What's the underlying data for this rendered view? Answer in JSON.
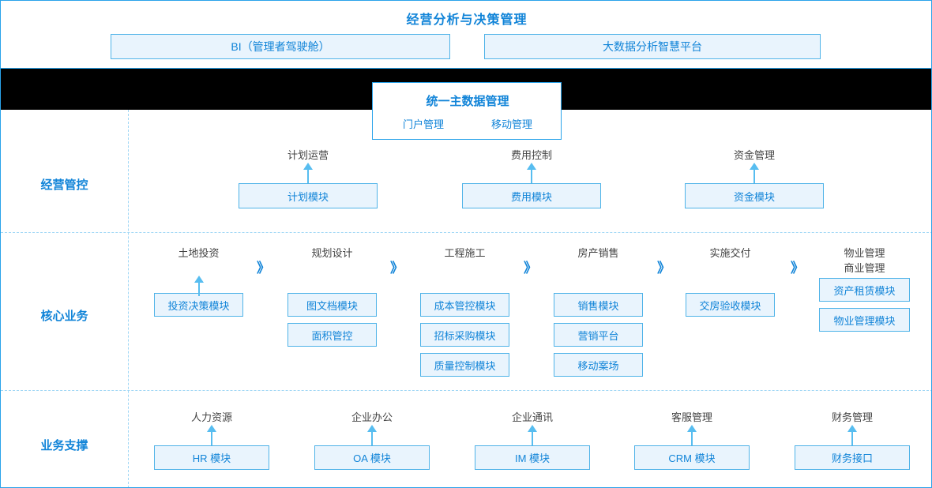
{
  "top": {
    "title": "经营分析与决策管理",
    "boxes": [
      {
        "label": "BI（管理者驾驶舱）"
      },
      {
        "label": "大数据分析智慧平台"
      }
    ]
  },
  "master_data": {
    "title": "统一主数据管理",
    "links": [
      {
        "label": "门户管理"
      },
      {
        "label": "移动管理"
      }
    ]
  },
  "rows": [
    {
      "label": "经营管控",
      "columns": [
        {
          "caption": "计划运营",
          "modules": [
            {
              "label": "计划模块"
            }
          ]
        },
        {
          "caption": "费用控制",
          "modules": [
            {
              "label": "费用模块"
            }
          ]
        },
        {
          "caption": "资金管理",
          "modules": [
            {
              "label": "资金模块"
            }
          ]
        }
      ]
    },
    {
      "label": "核心业务",
      "separator": "》",
      "columns": [
        {
          "caption": "土地投资",
          "caption2": "",
          "modules": [
            {
              "label": "投资决策模块"
            }
          ]
        },
        {
          "caption": "规划设计",
          "caption2": "",
          "modules": [
            {
              "label": "图文档模块"
            },
            {
              "label": "面积管控"
            }
          ]
        },
        {
          "caption": "工程施工",
          "caption2": "",
          "modules": [
            {
              "label": "成本管控模块"
            },
            {
              "label": "招标采购模块"
            },
            {
              "label": "质量控制模块"
            }
          ]
        },
        {
          "caption": "房产销售",
          "caption2": "",
          "modules": [
            {
              "label": "销售模块"
            },
            {
              "label": "营销平台"
            },
            {
              "label": "移动案场"
            }
          ]
        },
        {
          "caption": "实施交付",
          "caption2": "",
          "modules": [
            {
              "label": "交房验收模块"
            }
          ]
        },
        {
          "caption": "物业管理",
          "caption2": "商业管理",
          "modules": [
            {
              "label": "资产租赁模块"
            },
            {
              "label": "物业管理模块"
            }
          ]
        }
      ]
    },
    {
      "label": "业务支撑",
      "columns": [
        {
          "caption": "人力资源",
          "modules": [
            {
              "label": "HR 模块"
            }
          ]
        },
        {
          "caption": "企业办公",
          "modules": [
            {
              "label": "OA 模块"
            }
          ]
        },
        {
          "caption": "企业通讯",
          "modules": [
            {
              "label": "IM 模块"
            }
          ]
        },
        {
          "caption": "客服管理",
          "modules": [
            {
              "label": "CRM 模块"
            }
          ]
        },
        {
          "caption": "财务管理",
          "modules": [
            {
              "label": "财务接口"
            }
          ]
        }
      ]
    }
  ],
  "colors": {
    "accent": "#1184d8",
    "border": "#4fb3e8",
    "fill": "#e9f4fd",
    "band": "#000000",
    "dash": "#9ed6f5"
  }
}
